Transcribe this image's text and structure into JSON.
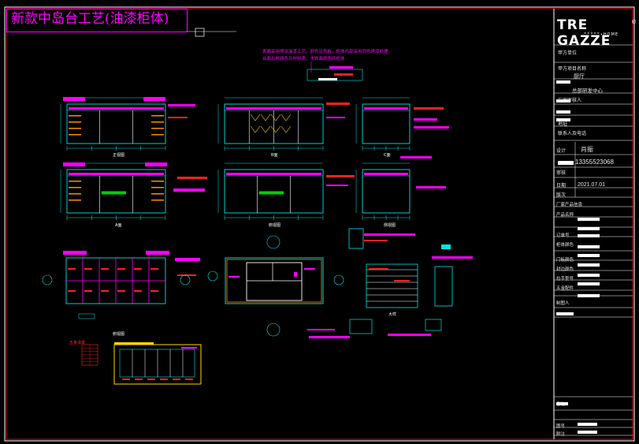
{
  "drawing": {
    "title": "新款中岛台工艺(油漆柜体)"
  },
  "brand": {
    "name": "TRE GAZZE",
    "tagline": "ΞΞΞΞΞ∙HOME",
    "reg_mark": "®"
  },
  "title_block": {
    "project_label": "甲方单位",
    "client_label": "甲方项目名称",
    "client_value": "厨厅",
    "design_center": "总部研发中心",
    "reviewer_label": "厂家审核人",
    "location_label": "地址",
    "contact_label": "联系人及电话",
    "designer_label": "设计",
    "designer_value": "肖振",
    "phone_value": "13355523068",
    "check_label": "审核",
    "date_label": "日期",
    "date_value": "2021.07.01",
    "version_label": "版次",
    "product_info_label": "厂家产品信息",
    "product_name_label": "产品名称",
    "order_label": "订单号",
    "color_label": "柜体颜色",
    "door_label": "门板颜色",
    "edge_label": "封边颜色",
    "handle_label": "拉手型号",
    "hardware_label": "五金配件",
    "notes_label": "备注",
    "drawn_label": "制图人",
    "sheet_label": "图号",
    "remark_label": "附注"
  },
  "views": {
    "front_label": "正视图",
    "section_a": "A面",
    "section_b": "B面",
    "section_c": "C面",
    "top_label": "俯视图",
    "side_label": "侧视图",
    "detail_label": "大样",
    "detail_table_title": "五金清单"
  },
  "annotations": {
    "note_line1": "表面采用喷涂油漆工艺，颜色见色板，柜体内部采用同色烤漆处理",
    "note_line2": "台面石材颜色见材料表，木饰面颜色同柜体"
  }
}
